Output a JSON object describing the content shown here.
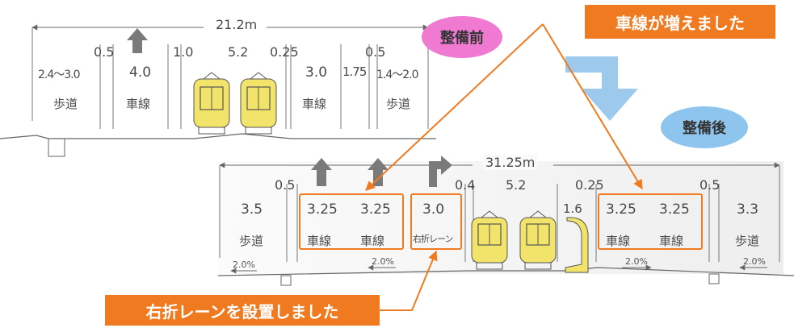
{
  "before": {
    "label": "整備前",
    "total_width": "21.2m",
    "gaps": [
      "0.5",
      "1.0",
      "5.2",
      "0.25",
      "0.5"
    ],
    "sections": [
      {
        "width": "2.4～3.0",
        "name": "歩道"
      },
      {
        "width": "4.0",
        "name": "車線"
      },
      {
        "width": "3.0",
        "name": "車線"
      },
      {
        "width": "1.75",
        "name": ""
      },
      {
        "width": "1.4～2.0",
        "name": "歩道"
      }
    ]
  },
  "after": {
    "label": "整備後",
    "total_width": "31.25m",
    "gaps": [
      "0.5",
      "0.4",
      "5.2",
      "0.25",
      "0.5"
    ],
    "sections": [
      {
        "width": "3.5",
        "name": "歩道"
      },
      {
        "width": "3.25",
        "name": "車線"
      },
      {
        "width": "3.25",
        "name": "車線"
      },
      {
        "width": "3.0",
        "name": "右折レーン"
      },
      {
        "width": "1.6",
        "name": ""
      },
      {
        "width": "3.25",
        "name": "車線"
      },
      {
        "width": "3.25",
        "name": "車線"
      },
      {
        "width": "3.3",
        "name": "歩道"
      }
    ],
    "slopes": [
      "2.0%",
      "2.0%",
      "2.0%",
      "2.0%"
    ]
  },
  "callouts": {
    "lanes_added": "車線が増えました",
    "right_turn_lane": "右折レーンを設置しました"
  },
  "colors": {
    "orange": "#f07a20",
    "tram": "#f2e36a",
    "arrow": "#7a7a7a",
    "before_bubble": "#f07ad2",
    "after_bubble": "#8ec5ee",
    "transition_arrow": "#8cc0ea"
  }
}
